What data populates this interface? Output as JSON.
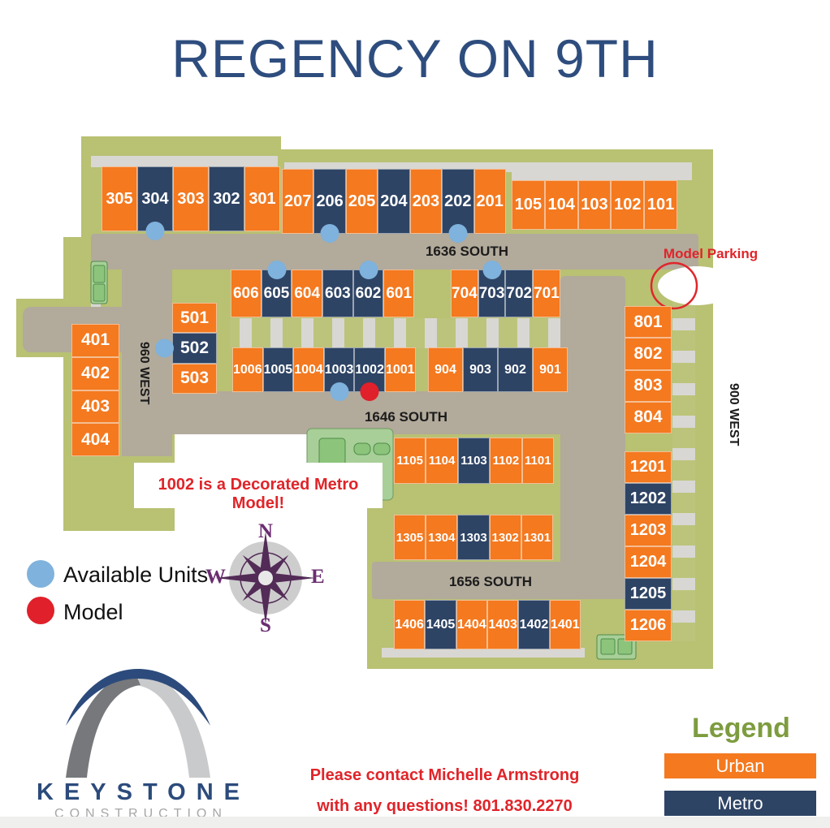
{
  "title": "REGENCY ON 9TH",
  "streets": {
    "s1636": "1636 SOUTH",
    "s1646": "1646 SOUTH",
    "s1656": "1656 SOUTH",
    "w960": "960 WEST",
    "w900": "900 WEST"
  },
  "notes": {
    "model_parking": "Model Parking",
    "decorated_model": "1002 is a Decorated Metro Model!"
  },
  "map_key": {
    "available_label": "Available Units",
    "model_label": "Model"
  },
  "compass": {
    "n": "N",
    "e": "E",
    "s": "S",
    "w": "W"
  },
  "logo": {
    "name": "KEYSTONE",
    "sub": "CONSTRUCTION"
  },
  "contact": {
    "line1": "Please contact Michelle Armstrong",
    "line2": "with any questions! 801.830.2270"
  },
  "legend": {
    "title": "Legend",
    "urban": "Urban",
    "metro": "Metro"
  },
  "colors": {
    "urban": "#F4791F",
    "metro": "#2E4465",
    "available_dot": "#7FB2DC",
    "model_dot": "#E0202A",
    "site_green": "#B9C173",
    "road": "#B2AA9B",
    "title_navy": "#2E4D7E",
    "red_text": "#E02429",
    "legend_green": "#7D9C3F"
  },
  "buildings": [
    {
      "id": "300",
      "units": [
        {
          "label": "305",
          "type": "urban"
        },
        {
          "label": "304",
          "type": "metro",
          "status": "available"
        },
        {
          "label": "303",
          "type": "urban"
        },
        {
          "label": "302",
          "type": "metro"
        },
        {
          "label": "301",
          "type": "urban"
        }
      ]
    },
    {
      "id": "200",
      "units": [
        {
          "label": "207",
          "type": "urban"
        },
        {
          "label": "206",
          "type": "metro",
          "status": "available"
        },
        {
          "label": "205",
          "type": "urban"
        },
        {
          "label": "204",
          "type": "metro"
        },
        {
          "label": "203",
          "type": "urban"
        },
        {
          "label": "202",
          "type": "metro",
          "status": "available"
        },
        {
          "label": "201",
          "type": "urban"
        }
      ]
    },
    {
      "id": "100",
      "units": [
        {
          "label": "105",
          "type": "urban"
        },
        {
          "label": "104",
          "type": "urban"
        },
        {
          "label": "103",
          "type": "urban"
        },
        {
          "label": "102",
          "type": "urban"
        },
        {
          "label": "101",
          "type": "urban"
        }
      ]
    },
    {
      "id": "600",
      "units": [
        {
          "label": "606",
          "type": "urban"
        },
        {
          "label": "605",
          "type": "metro",
          "status": "available"
        },
        {
          "label": "604",
          "type": "urban"
        },
        {
          "label": "603",
          "type": "metro"
        },
        {
          "label": "602",
          "type": "metro",
          "status": "available"
        },
        {
          "label": "601",
          "type": "urban"
        }
      ]
    },
    {
      "id": "700",
      "units": [
        {
          "label": "704",
          "type": "urban"
        },
        {
          "label": "703",
          "type": "metro",
          "status": "available"
        },
        {
          "label": "702",
          "type": "metro"
        },
        {
          "label": "701",
          "type": "urban"
        }
      ]
    },
    {
      "id": "500",
      "units": [
        {
          "label": "501",
          "type": "urban"
        },
        {
          "label": "502",
          "type": "metro",
          "status": "available"
        },
        {
          "label": "503",
          "type": "urban"
        }
      ]
    },
    {
      "id": "400",
      "units": [
        {
          "label": "401",
          "type": "urban"
        },
        {
          "label": "402",
          "type": "urban"
        },
        {
          "label": "403",
          "type": "urban"
        },
        {
          "label": "404",
          "type": "urban"
        }
      ]
    },
    {
      "id": "1000",
      "units": [
        {
          "label": "1006",
          "type": "urban"
        },
        {
          "label": "1005",
          "type": "metro"
        },
        {
          "label": "1004",
          "type": "urban"
        },
        {
          "label": "1003",
          "type": "metro",
          "status": "available"
        },
        {
          "label": "1002",
          "type": "metro",
          "status": "model"
        },
        {
          "label": "1001",
          "type": "urban"
        }
      ]
    },
    {
      "id": "900",
      "units": [
        {
          "label": "904",
          "type": "urban"
        },
        {
          "label": "903",
          "type": "metro"
        },
        {
          "label": "902",
          "type": "metro"
        },
        {
          "label": "901",
          "type": "urban"
        }
      ]
    },
    {
      "id": "800",
      "units": [
        {
          "label": "801",
          "type": "urban"
        },
        {
          "label": "802",
          "type": "urban"
        },
        {
          "label": "803",
          "type": "urban"
        },
        {
          "label": "804",
          "type": "urban"
        }
      ]
    },
    {
      "id": "1100",
      "units": [
        {
          "label": "1105",
          "type": "urban"
        },
        {
          "label": "1104",
          "type": "urban"
        },
        {
          "label": "1103",
          "type": "metro"
        },
        {
          "label": "1102",
          "type": "urban"
        },
        {
          "label": "1101",
          "type": "urban"
        }
      ]
    },
    {
      "id": "1200",
      "units": [
        {
          "label": "1201",
          "type": "urban"
        },
        {
          "label": "1202",
          "type": "metro"
        },
        {
          "label": "1203",
          "type": "urban"
        },
        {
          "label": "1204",
          "type": "urban"
        },
        {
          "label": "1205",
          "type": "metro"
        },
        {
          "label": "1206",
          "type": "urban"
        }
      ]
    },
    {
      "id": "1300",
      "units": [
        {
          "label": "1305",
          "type": "urban"
        },
        {
          "label": "1304",
          "type": "urban"
        },
        {
          "label": "1303",
          "type": "metro"
        },
        {
          "label": "1302",
          "type": "urban"
        },
        {
          "label": "1301",
          "type": "urban"
        }
      ]
    },
    {
      "id": "1400",
      "units": [
        {
          "label": "1406",
          "type": "urban"
        },
        {
          "label": "1405",
          "type": "metro"
        },
        {
          "label": "1404",
          "type": "urban"
        },
        {
          "label": "1403",
          "type": "urban"
        },
        {
          "label": "1402",
          "type": "metro"
        },
        {
          "label": "1401",
          "type": "urban"
        }
      ]
    }
  ]
}
